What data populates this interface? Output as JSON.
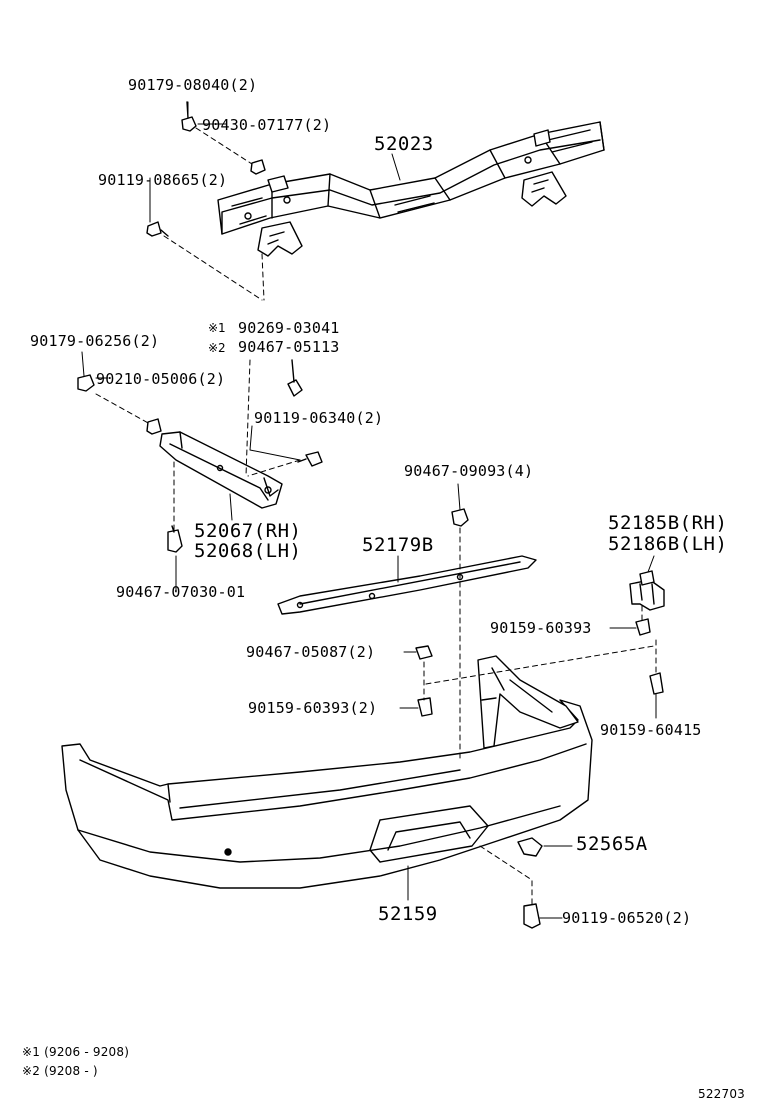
{
  "diagram": {
    "colors": {
      "ink": "#000000",
      "paper": "#ffffff",
      "part_fill": "#ffffff"
    },
    "labels": {
      "p_90179_08040": "90179-08040(2)",
      "p_90430_07177": "90430-07177(2)",
      "p_52023": "52023",
      "p_90119_08665": "90119-08665(2)",
      "p_90269_03041": "90269-03041",
      "p_90467_05113": "90467-05113",
      "p_90179_06256": "90179-06256(2)",
      "p_90210_05006": "90210-05006(2)",
      "p_90119_06340": "90119-06340(2)",
      "p_52067": "52067(RH)",
      "p_52068": "52068(LH)",
      "p_90467_07030": "90467-07030-01",
      "p_90467_09093": "90467-09093(4)",
      "p_52179B": "52179B",
      "p_52185B": "52185B(RH)",
      "p_52186B": "52186B(LH)",
      "p_90159_60393_a": "90159-60393",
      "p_90467_05087": "90467-05087(2)",
      "p_90159_60393_b": "90159-60393(2)",
      "p_90159_60415": "90159-60415",
      "p_52565A": "52565A",
      "p_52159": "52159",
      "p_90119_06520": "90119-06520(2)"
    },
    "markers": {
      "mark1": "※1",
      "mark2": "※2"
    },
    "footnotes": {
      "note1": "※1 (9206 - 9208)",
      "note2": "※2 (9208 -        )"
    },
    "diagram_id": "522703"
  }
}
